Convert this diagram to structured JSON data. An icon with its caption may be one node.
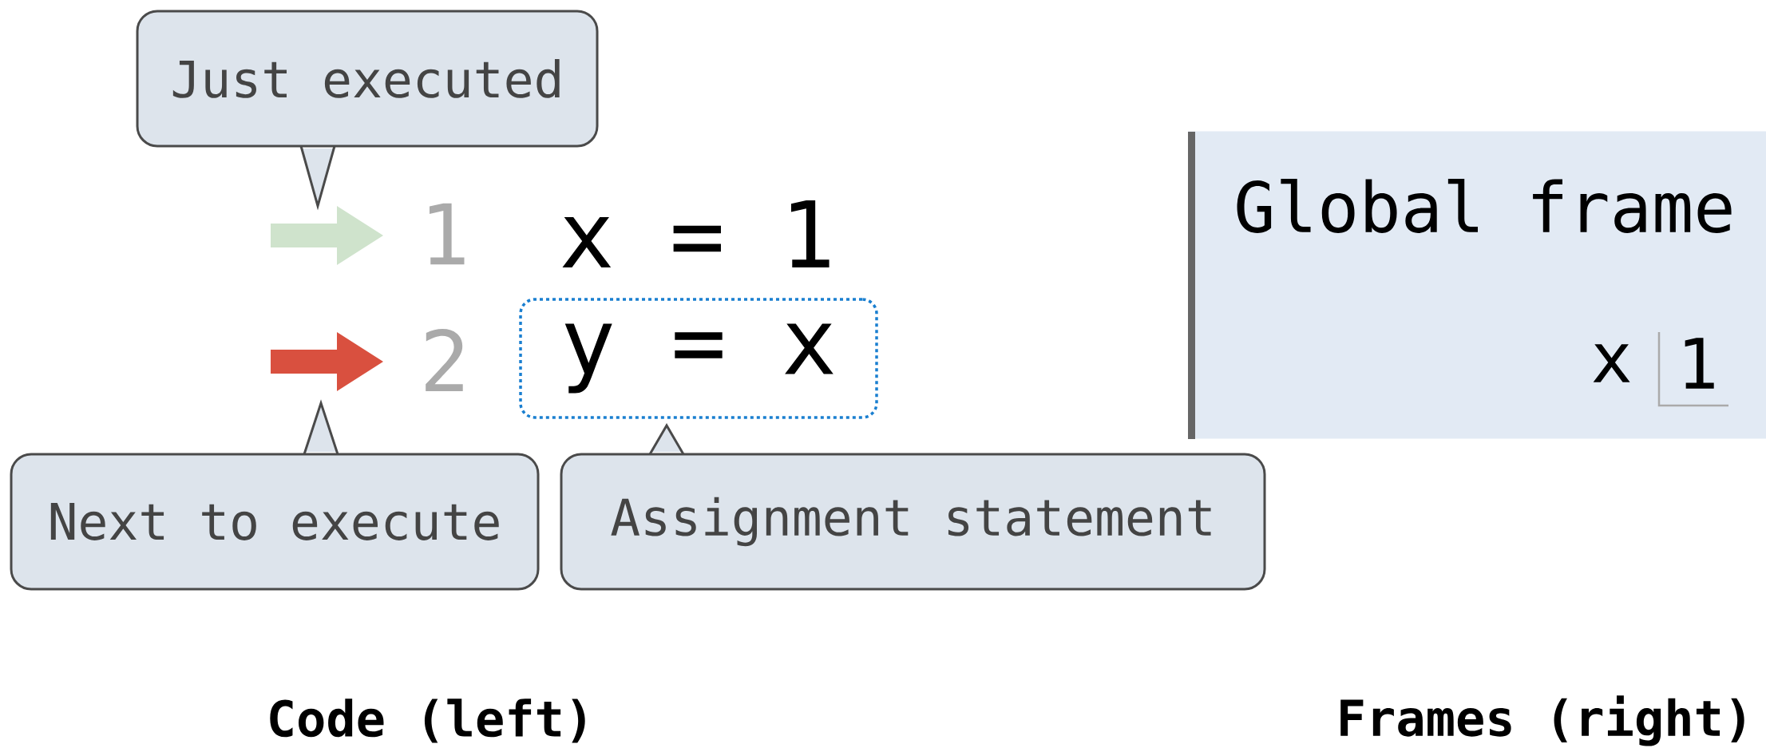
{
  "diagram": {
    "nodes": [
      {
        "text": [
          "Just executed"
        ]
      },
      {
        "text": [
          "Next to execute"
        ]
      },
      {
        "text": [
          "y = x"
        ]
      },
      {
        "text": [
          "Assignment statement"
        ]
      },
      {
        "text": [
          "Global frame"
        ]
      },
      {
        "text": [
          "1"
        ],
        "in": 4,
        "beside": [
          "x"
        ]
      }
    ],
    "labels": [
      "1",
      "x = 1",
      "2",
      "Code (left)",
      "Frames (right)"
    ]
  }
}
